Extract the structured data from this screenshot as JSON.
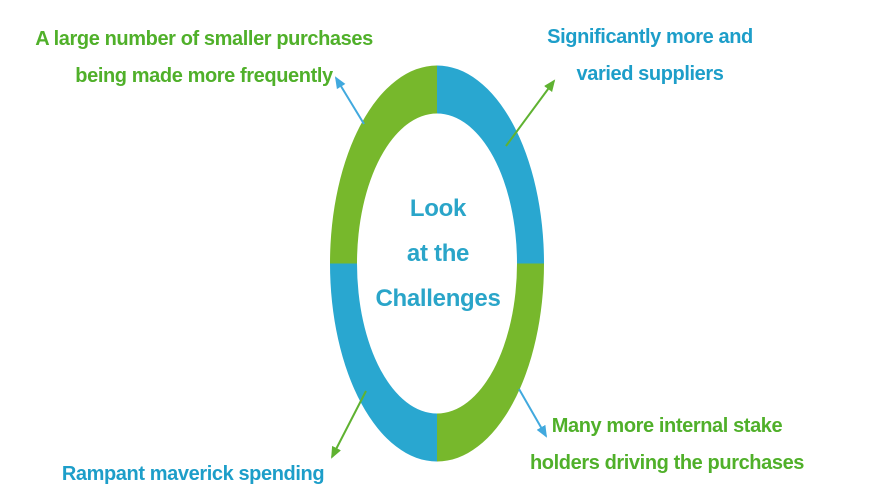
{
  "title": {
    "line1": "Look",
    "line2": "at the",
    "line3": "Challenges"
  },
  "labels": {
    "top_left": {
      "line1": "A large number of smaller purchases",
      "line2": "being made more frequently"
    },
    "top_right": {
      "line1": "Significantly more and",
      "line2": "varied suppliers"
    },
    "bottom_left": {
      "line1": "Rampant maverick spending"
    },
    "bottom_right": {
      "line1": "Many more internal stake",
      "line2": "holders driving the purchases"
    }
  },
  "colors": {
    "ring_green": "#77b82c",
    "ring_blue": "#29a7d0",
    "green_text": "#50b02a",
    "teal_text": "#1d9ec9",
    "center_text": "#2aa5c9",
    "arrow_blue": "#41a9de",
    "arrow_green": "#5fb231"
  },
  "ring": {
    "segments": [
      {
        "position": "top-left",
        "color": "green"
      },
      {
        "position": "top-right",
        "color": "blue"
      },
      {
        "position": "bottom-right",
        "color": "green"
      },
      {
        "position": "bottom-left",
        "color": "blue"
      }
    ]
  },
  "arrows": [
    {
      "from": "ring-top-left",
      "to": "label-top-left",
      "color": "blue"
    },
    {
      "from": "ring-top-right",
      "to": "label-top-right",
      "color": "green"
    },
    {
      "from": "ring-bottom-left",
      "to": "label-bottom-left",
      "color": "green"
    },
    {
      "from": "ring-bottom-right",
      "to": "label-bottom-right",
      "color": "blue"
    }
  ]
}
